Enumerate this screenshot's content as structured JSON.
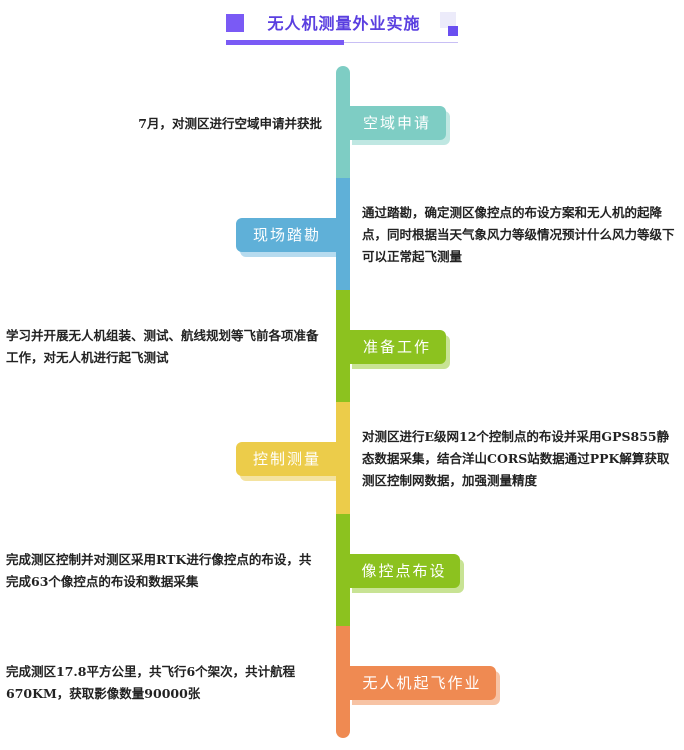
{
  "header": {
    "title": "无人机测量外业实施"
  },
  "steps": [
    {
      "label": "空域申请",
      "desc": "7月，对测区进行空域申请并获批",
      "color": "#7ecdc4",
      "shadow": "#bfe7e2",
      "side": "right"
    },
    {
      "label": "现场踏勘",
      "desc": "通过踏勘，确定测区像控点的布设方案和无人机的起降点，同时根据当天气象风力等级情况预计什么风力等级下可以正常起飞测量",
      "color": "#5fb0d8",
      "shadow": "#b6dbef",
      "side": "left"
    },
    {
      "label": "准备工作",
      "desc": "学习并开展无人机组装、测试、航线规划等飞前各项准备工作，对无人机进行起飞测试",
      "color": "#8cc21f",
      "shadow": "#c8e394",
      "side": "right"
    },
    {
      "label": "控制测量",
      "desc": "对测区进行E级网12个控制点的布设并采用GPS855静态数据采集，结合洋山CORS站数据通过PPK解算获取测区控制网数据，加强测量精度",
      "color": "#eccc4a",
      "shadow": "#f4e3a0",
      "side": "left"
    },
    {
      "label": "像控点布设",
      "desc": "完成测区控制并对测区采用RTK进行像控点的布设，共完成63个像控点的布设和数据采集",
      "color": "#8cc21f",
      "shadow": "#c8e394",
      "side": "right"
    },
    {
      "label": "无人机起飞作业",
      "desc": "完成测区17.8平方公里，共飞行6个架次，共计航程670KM，获取影像数量90000张",
      "color": "#ef8a52",
      "shadow": "#f7c3a4",
      "side": "right"
    }
  ]
}
